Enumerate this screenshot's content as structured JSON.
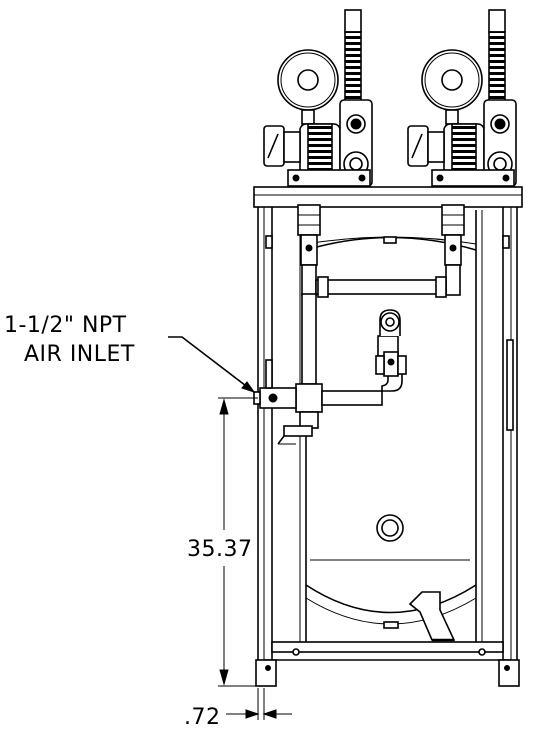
{
  "callout": {
    "line1": "1-1/2\" NPT",
    "line2": "AIR INLET"
  },
  "dimensions": {
    "height": "35.37",
    "offset": ".72"
  }
}
